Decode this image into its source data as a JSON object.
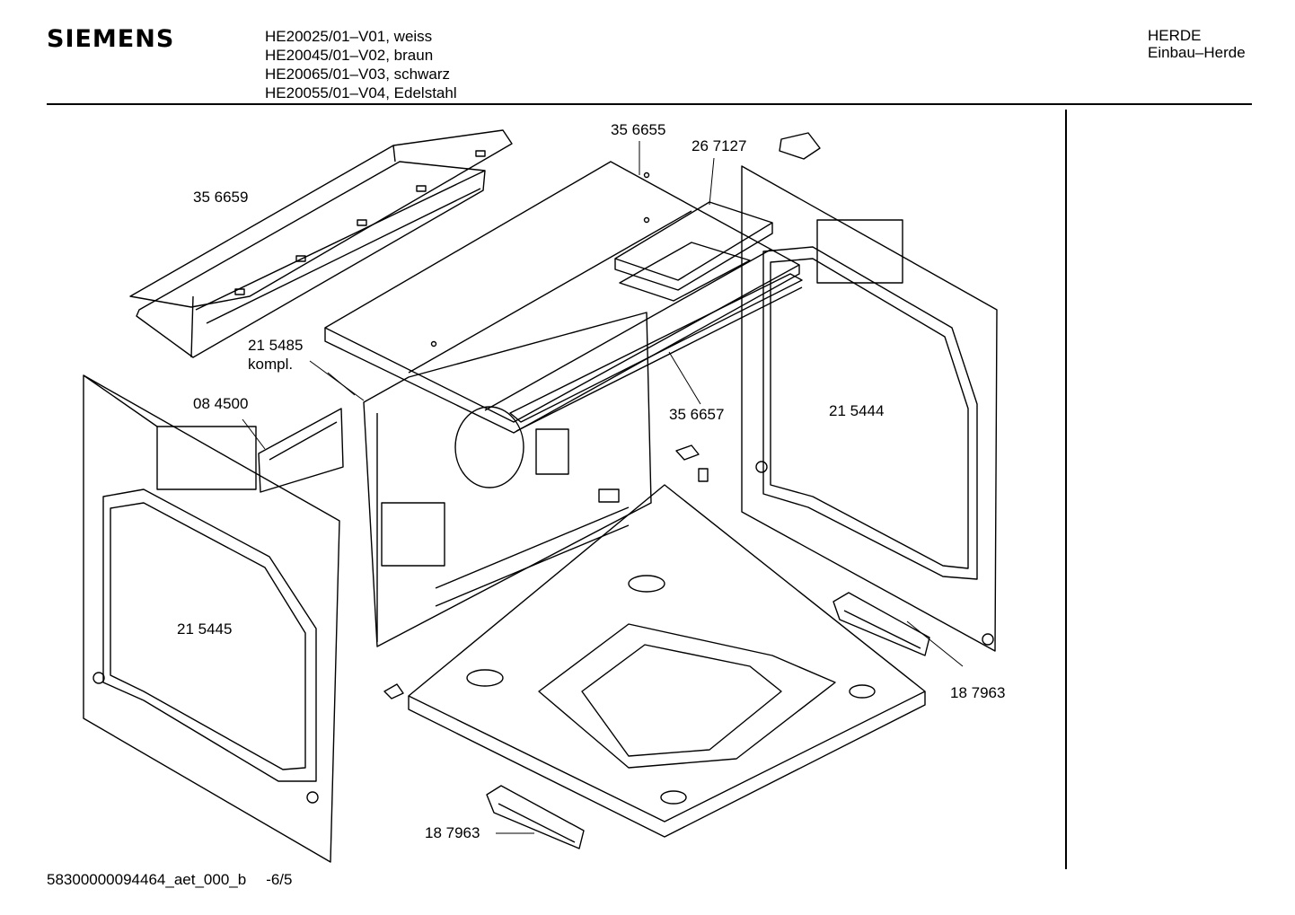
{
  "header": {
    "brand": "SIEMENS",
    "models": [
      "HE20025/01–V01, weiss",
      "HE20045/01–V02, braun",
      "HE20065/01–V03, schwarz",
      "HE20055/01–V04, Edelstahl"
    ],
    "category": "HERDE",
    "subcategory": "Einbau–Herde"
  },
  "parts": [
    {
      "id": "top-cover",
      "number": "35 6659"
    },
    {
      "id": "top-panel",
      "number": "35 6655"
    },
    {
      "id": "top-plate",
      "number": "26 7127"
    },
    {
      "id": "back-wall",
      "number": "21 5485",
      "note": "kompl."
    },
    {
      "id": "back-cover",
      "number": "08 4500"
    },
    {
      "id": "front-rail",
      "number": "35 6657"
    },
    {
      "id": "right-side",
      "number": "21 5444"
    },
    {
      "id": "left-side",
      "number": "21 5445"
    },
    {
      "id": "rail-right",
      "number": "18 7963"
    },
    {
      "id": "rail-bottom",
      "number": "18 7963"
    }
  ],
  "footer": {
    "doc_id": "58300000094464_aet_000_b",
    "page": "-6/5"
  }
}
